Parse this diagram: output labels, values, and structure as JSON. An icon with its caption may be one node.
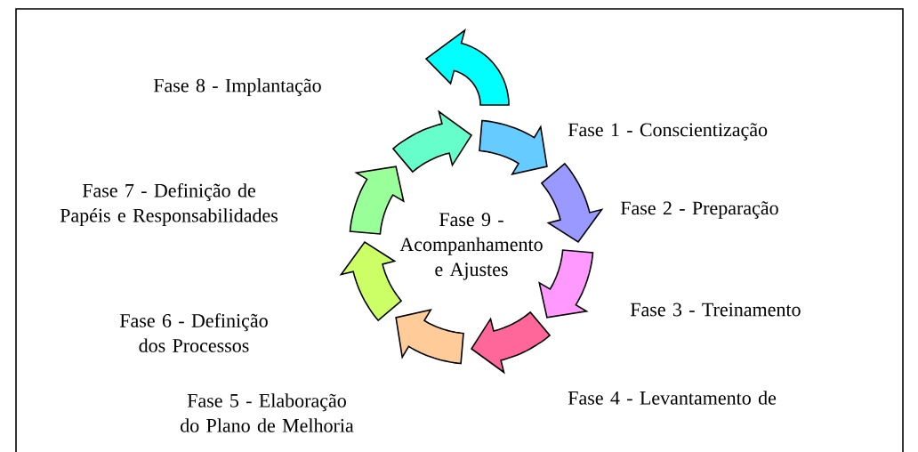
{
  "diagram": {
    "labels": [
      "Fase 8 - Implantação",
      "Fase 1 - Conscientização",
      "Fase 7 - Definição de Papéis e Responsabilidades",
      "Fase 2 - Preparação",
      "Fase 9 - Acompanhamento e Ajustes",
      "Fase 6 - Definição dos Processos",
      "Fase 3 - Treinamento",
      "Fase 5 - Elaboração do Plano de Melhoria",
      "Fase 4 - Levantamento de"
    ]
  }
}
